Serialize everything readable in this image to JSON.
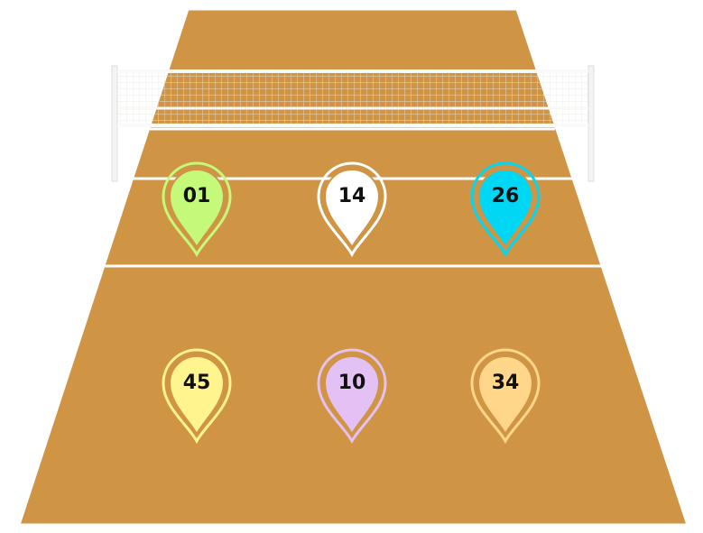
{
  "court": {
    "floor_color": "#D09445",
    "line_color": "#FFFFFF",
    "net_color": "#F2F2F2"
  },
  "players": [
    {
      "number": "01",
      "color": "#C4F97A",
      "row": "front",
      "position": "left"
    },
    {
      "number": "14",
      "color": "#FFFFFF",
      "row": "front",
      "position": "center"
    },
    {
      "number": "26",
      "color": "#00D7F5",
      "row": "front",
      "position": "right"
    },
    {
      "number": "45",
      "color": "#FFF48E",
      "row": "back",
      "position": "left"
    },
    {
      "number": "10",
      "color": "#E3C1F5",
      "row": "back",
      "position": "center"
    },
    {
      "number": "34",
      "color": "#FFD68A",
      "row": "back",
      "position": "right"
    }
  ]
}
